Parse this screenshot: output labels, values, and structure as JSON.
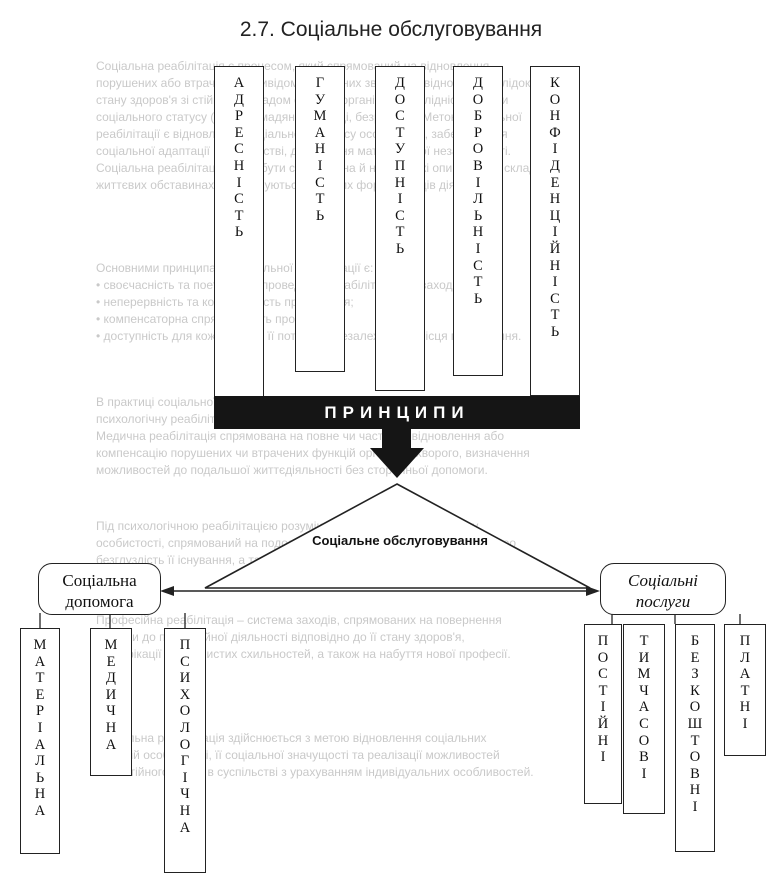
{
  "title": "2.7. Соціальне обслуговування",
  "principles": [
    {
      "name": "principle-addressness",
      "letters": [
        "А",
        "Д",
        "Р",
        "Е",
        "С",
        "Н",
        "І",
        "С",
        "Т",
        "Ь"
      ]
    },
    {
      "name": "principle-humanity",
      "letters": [
        "Г",
        "У",
        "М",
        "А",
        "Н",
        "І",
        "С",
        "Т",
        "Ь"
      ]
    },
    {
      "name": "principle-accessibility",
      "letters": [
        "Д",
        "О",
        "С",
        "Т",
        "У",
        "П",
        "Н",
        "І",
        "С",
        "Т",
        "Ь"
      ]
    },
    {
      "name": "principle-voluntariness",
      "letters": [
        "Д",
        "О",
        "Б",
        "Р",
        "О",
        "В",
        "І",
        "Л",
        "Ь",
        "Н",
        "І",
        "С",
        "Т",
        "Ь"
      ]
    },
    {
      "name": "principle-confidentiality",
      "letters": [
        "К",
        "О",
        "Н",
        "Ф",
        "І",
        "Д",
        "Е",
        "Н",
        "Ц",
        "І",
        "Й",
        "Н",
        "І",
        "С",
        "Т",
        "Ь"
      ]
    }
  ],
  "principles_bar": "ПРИНЦИПИ",
  "center_label": "Соціальне обслуговування",
  "left_box": "Соціальна допомога",
  "right_box": "Соціальні послуги",
  "help_types": [
    {
      "name": "help-material",
      "letters": [
        "М",
        "А",
        "Т",
        "Е",
        "Р",
        "І",
        "А",
        "Л",
        "Ь",
        "Н",
        "А"
      ]
    },
    {
      "name": "help-medical",
      "letters": [
        "М",
        "Е",
        "Д",
        "И",
        "Ч",
        "Н",
        "А"
      ]
    },
    {
      "name": "help-psychological",
      "letters": [
        "П",
        "С",
        "И",
        "Х",
        "О",
        "Л",
        "О",
        "Г",
        "І",
        "Ч",
        "Н",
        "А"
      ]
    }
  ],
  "service_types": [
    {
      "name": "service-permanent",
      "letters": [
        "П",
        "О",
        "С",
        "Т",
        "І",
        "Й",
        "Н",
        "І"
      ]
    },
    {
      "name": "service-temporary",
      "letters": [
        "Т",
        "И",
        "М",
        "Ч",
        "А",
        "С",
        "О",
        "В",
        "І"
      ]
    },
    {
      "name": "service-free",
      "letters": [
        "Б",
        "Е",
        "З",
        "К",
        "О",
        "Ш",
        "Т",
        "О",
        "В",
        "Н",
        "І"
      ]
    },
    {
      "name": "service-paid",
      "letters": [
        "П",
        "Л",
        "А",
        "Т",
        "Н",
        "І"
      ]
    }
  ],
  "background_text": [
    "Соціальна реабілітація є процесом, який спрямований на відновлення",
    "порушених або втрачених індивідом суспільних зв'язків та відносин внаслідок",
    "стану здоров'я зі стійким розладом функцій організму (інвалідність), зміни",
    "соціального статусу (літні громадяни, біженці, безробітні). Метою соціальної",
    "реабілітації є відновлення соціального статусу особистості, забезпечення",
    "соціальної адаптації в суспільстві, досягнення матеріальної незалежності.",
    "Соціальна реабілітація може бути спрямована й на осіб, які опинились у складних",
    "життєвих обставинах, що стосуються окремих форм та видів діяльності.",
    "Основними принципами соціальної реабілітації є:",
    "• своєчасність та поетапність проведення реабілітаційних заходів;",
    "• неперервність та комплексність проведення;",
    "• компенсаторна спрямованість програм;",
    "• доступність для кожного, хто її потребує, незалежно від місця проживання.",
    "В практиці соціальної роботи розрізняють медичну, професійну та",
    "психологічну реабілітацію.",
    "Медична реабілітація спрямована на повне чи часткове відновлення або",
    "компенсацію порушених чи втрачених функцій організму хворого, визначення",
    "можливостей до подальшої життєдіяльності без сторонньої допомоги.",
    "Під психологічною реабілітацією розуміють вплив на психічну сферу",
    "особистості, спрямований на подолання у свідомості людини уявлення про",
    "безглуздість її існування, а також на відновлення її психічного стану.",
    "Професійна реабілітація – система заходів, спрямованих на повернення",
    "людини до професійної діяльності відповідно до її стану здоров'я,",
    "кваліфікації та особистих схильностей, а також на набуття нової професії.",
    "Соціальна реабілітація здійснюється з метою відновлення соціальних",
    "функцій особистості, її соціальної значущості та реалізації можливостей",
    "самостійного життя в суспільстві з урахуванням індивідуальних особливостей."
  ]
}
